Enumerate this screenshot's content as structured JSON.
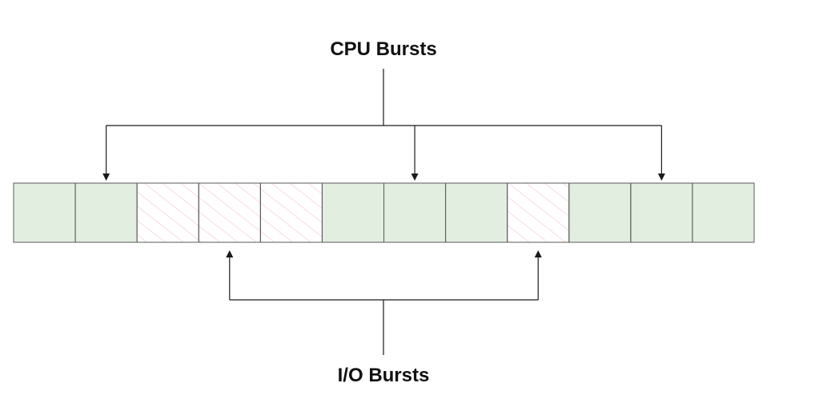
{
  "labels": {
    "cpu": "CPU Bursts",
    "io": "I/O Bursts"
  },
  "timeline": {
    "cells": [
      "cpu",
      "cpu",
      "io",
      "io",
      "io",
      "cpu",
      "cpu",
      "cpu",
      "io",
      "cpu",
      "cpu",
      "cpu"
    ],
    "cpu_arrow_targets": [
      1,
      6,
      10
    ],
    "io_arrow_targets": [
      3,
      8
    ]
  },
  "colors": {
    "cpu_fill": "#e1eee0",
    "io_fill": "#ffffff",
    "io_hatch": "#f0c6cc",
    "border": "#5a5a5a",
    "line": "#1a1a1a"
  }
}
